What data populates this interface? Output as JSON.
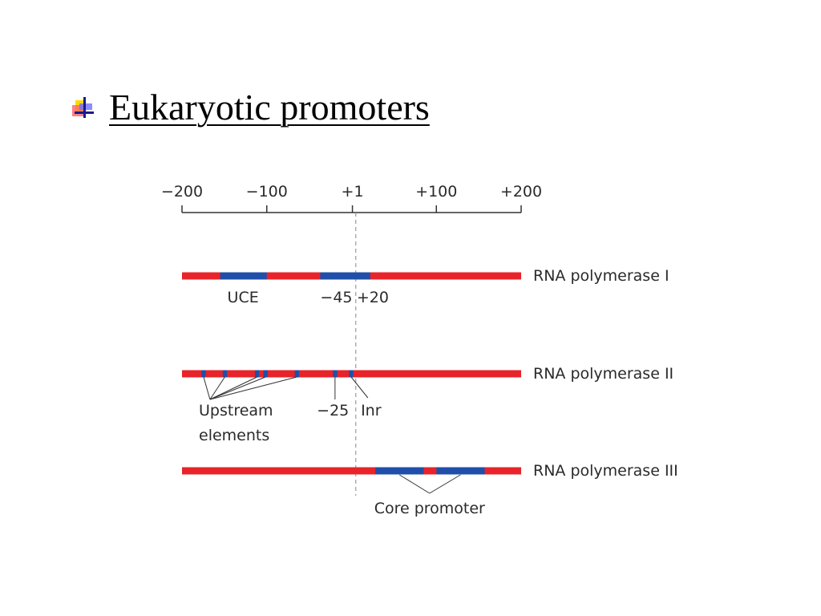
{
  "slide": {
    "title": "Eukaryotic promoters"
  },
  "colors": {
    "dna": "#e8232a",
    "element": "#1f4fa8",
    "axis": "#333333",
    "guide": "#888888",
    "text": "#2a2a2a"
  },
  "diagram": {
    "axis": {
      "min": -200,
      "max": 200,
      "ticks": [
        {
          "value": -200,
          "label": "−200"
        },
        {
          "value": -100,
          "label": "−100"
        },
        {
          "value": 1,
          "label": "+1"
        },
        {
          "value": 100,
          "label": "+100"
        },
        {
          "value": 200,
          "label": "+200"
        }
      ]
    },
    "tss_value": 5,
    "tracks": [
      {
        "name": "RNA polymerase I",
        "elements": [
          {
            "start": -155,
            "end": -100
          },
          {
            "start": -37,
            "end": 22
          }
        ],
        "labels": [
          {
            "text": "UCE",
            "at": -128
          },
          {
            "text": "−45",
            "at": -18
          },
          {
            "text": "+20",
            "at": 25
          }
        ]
      },
      {
        "name": "RNA polymerase II",
        "elements": [
          {
            "start": -177,
            "end": -172
          },
          {
            "start": -152,
            "end": -147
          },
          {
            "start": -114,
            "end": -109
          },
          {
            "start": -104,
            "end": -99
          },
          {
            "start": -67,
            "end": -62
          },
          {
            "start": -22,
            "end": -17
          },
          {
            "start": -3,
            "end": 2
          }
        ],
        "labels": [
          {
            "text": "Upstream",
            "at": -163
          },
          {
            "text": "elements",
            "at": -163
          },
          {
            "text": "−25",
            "at": -22
          },
          {
            "text": "Inr",
            "at": 23
          }
        ]
      },
      {
        "name": "RNA polymerase III",
        "elements": [
          {
            "start": 28,
            "end": 85
          },
          {
            "start": 100,
            "end": 157
          }
        ],
        "labels": [
          {
            "text": "Core promoter",
            "at": 92
          }
        ]
      }
    ]
  }
}
